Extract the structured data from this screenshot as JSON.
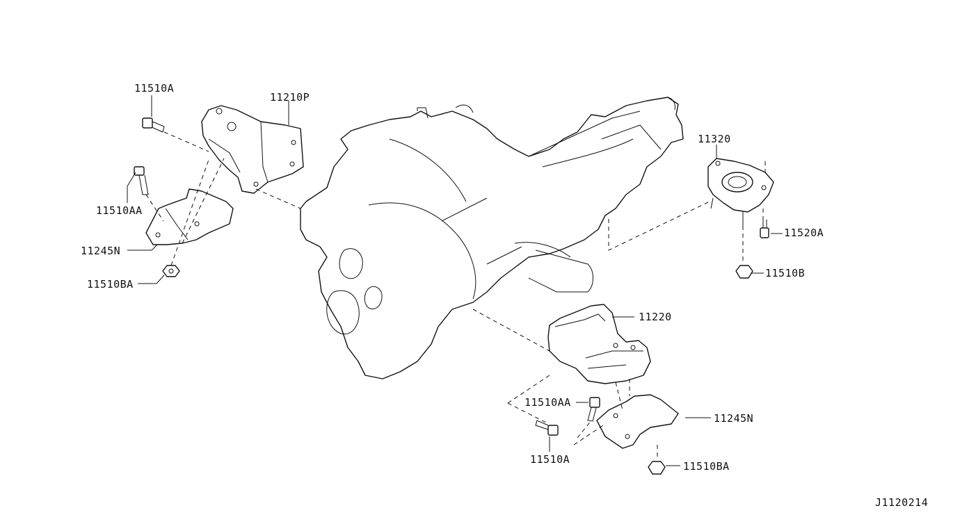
{
  "labels": {
    "p11510A_top": "11510A",
    "p11210P": "11210P",
    "p11510AA_left": "11510AA",
    "p11245N_left": "11245N",
    "p11510BA_left": "11510BA",
    "p11320": "11320",
    "p11520A": "11520A",
    "p11510B": "11510B",
    "p11220": "11220",
    "p11510AA_right": "11510AA",
    "p11245N_right": "11245N",
    "p11510A_bottom": "11510A",
    "p11510BA_right": "11510BA",
    "diagram_code": "J1120214"
  }
}
